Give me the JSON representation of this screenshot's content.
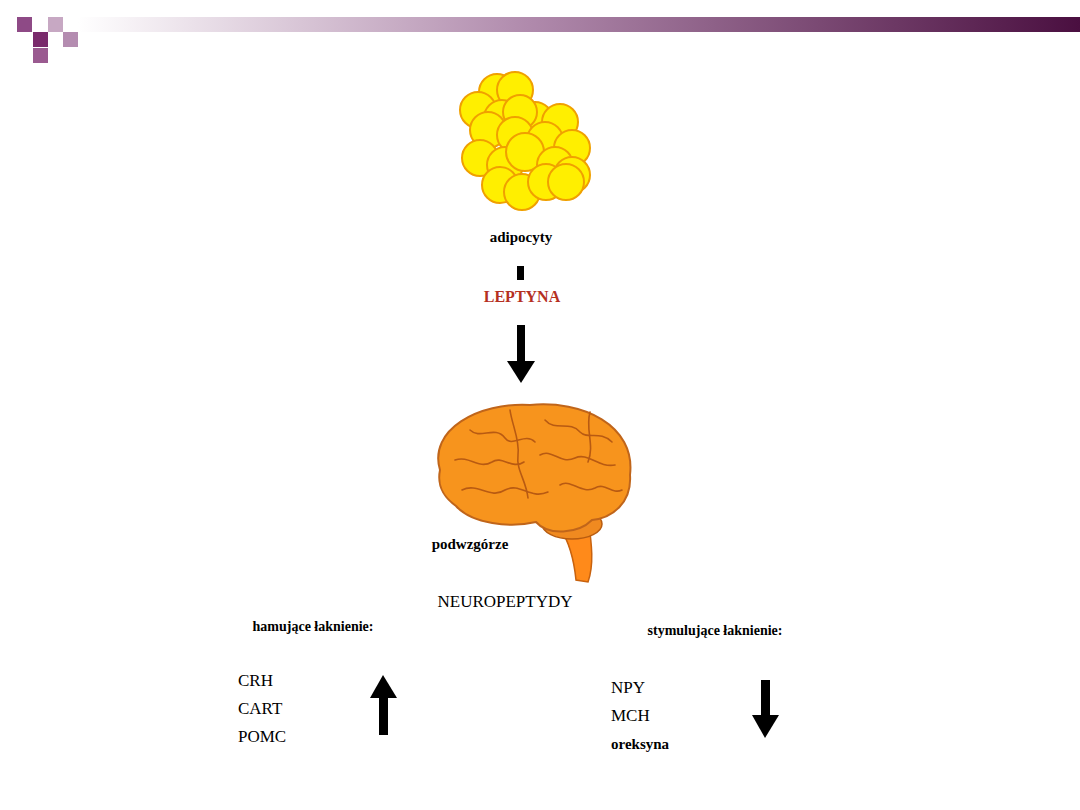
{
  "diagram": {
    "labels": [
      "adipocyty",
      "LEPTYNA",
      "podwzgórze",
      "NEUROPEPTYDY",
      "hamujące łaknienie:",
      "CRH",
      "CART",
      "POMC",
      "stymulujące łaknienie:",
      "NPY",
      "MCH",
      "oreksyna"
    ]
  }
}
